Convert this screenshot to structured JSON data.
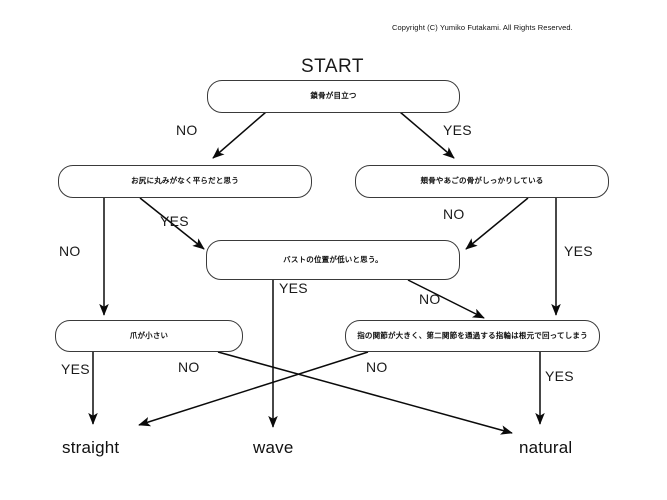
{
  "meta": {
    "copyright": "Copyright (C) Yumiko Futakami. All Rights Reserved."
  },
  "title": "START",
  "nodes": [
    {
      "id": "q1",
      "text": "鎖骨が目立つ"
    },
    {
      "id": "q2",
      "text": "お尻に丸みがなく平らだと思う"
    },
    {
      "id": "q3",
      "text": "頬骨やあごの骨がしっかりしている"
    },
    {
      "id": "q4",
      "text": "バストの位置が低いと思う。"
    },
    {
      "id": "q5",
      "text": "爪が小さい"
    },
    {
      "id": "q6",
      "text": "指の関節が大きく、第二関節を通過する指輪は根元で回ってしまう"
    }
  ],
  "edge_labels": [
    {
      "id": "e1",
      "label": "NO"
    },
    {
      "id": "e2",
      "label": "YES"
    },
    {
      "id": "e3",
      "label": "NO"
    },
    {
      "id": "e4",
      "label": "YES"
    },
    {
      "id": "e5",
      "label": "NO"
    },
    {
      "id": "e6",
      "label": "YES"
    },
    {
      "id": "e7",
      "label": "YES"
    },
    {
      "id": "e8",
      "label": "NO"
    },
    {
      "id": "e9",
      "label": "YES"
    },
    {
      "id": "e10",
      "label": "NO"
    },
    {
      "id": "e11",
      "label": "NO"
    },
    {
      "id": "e12",
      "label": "YES"
    }
  ],
  "terminals": [
    {
      "id": "t1",
      "label": "straight"
    },
    {
      "id": "t2",
      "label": "wave"
    },
    {
      "id": "t3",
      "label": "natural"
    }
  ],
  "colors": {
    "stroke": "#0a0a0a",
    "box_border": "#3a3a3a",
    "background": "#ffffff",
    "text": "#101010"
  }
}
